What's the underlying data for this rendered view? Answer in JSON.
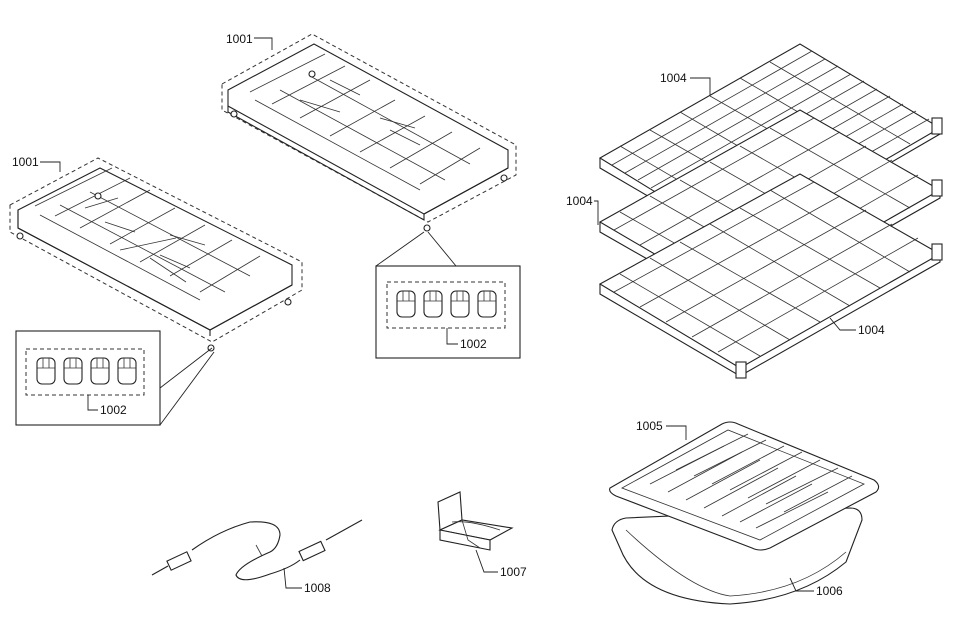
{
  "labels": {
    "grate_left": "1001",
    "grate_right": "1001",
    "knobs_left": "1002",
    "knobs_right": "1002",
    "rack_top": "1004",
    "rack_middle": "1004",
    "rack_bottom": "1004",
    "broil_insert": "1005",
    "broil_pan": "1006",
    "bracket": "1007",
    "probe": "1008"
  }
}
